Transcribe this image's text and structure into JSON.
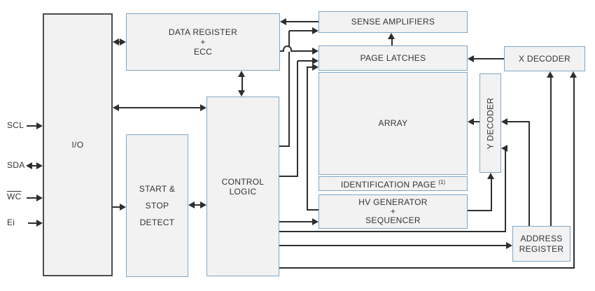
{
  "diagram": {
    "signals": [
      {
        "label": "SCL",
        "direction": "in"
      },
      {
        "label": "SDA",
        "direction": "bidirectional"
      },
      {
        "label": "WC",
        "direction": "in",
        "overline": true
      },
      {
        "label": "Ei",
        "direction": "in"
      }
    ],
    "blocks": {
      "io": {
        "label": "I/O"
      },
      "data_register": {
        "lines": [
          "DATA REGISTER",
          "+",
          "ECC"
        ]
      },
      "start_stop": {
        "lines": [
          "START & STOP",
          "DETECT"
        ]
      },
      "control_logic": {
        "lines": [
          "CONTROL",
          "LOGIC"
        ]
      },
      "sense_amplifiers": {
        "label": "SENSE AMPLIFIERS"
      },
      "page_latches": {
        "label": "PAGE LATCHES"
      },
      "array": {
        "label": "ARRAY"
      },
      "identification_page": {
        "label": "IDENTIFICATION PAGE",
        "superscript": "(1)"
      },
      "hv_generator": {
        "lines": [
          "HV GENERATOR",
          "+",
          "SEQUENCER"
        ]
      },
      "x_decoder": {
        "label": "X DECODER"
      },
      "y_decoder": {
        "label": "Y DECODER"
      },
      "address_register": {
        "lines": [
          "ADDRESS",
          "REGISTER"
        ]
      }
    },
    "colors": {
      "box_fill": "#f2f2f2",
      "box_border": "#7fa7c6",
      "io_border": "#4d4d4d",
      "line": "#2e2e2e",
      "text": "#333333"
    }
  }
}
